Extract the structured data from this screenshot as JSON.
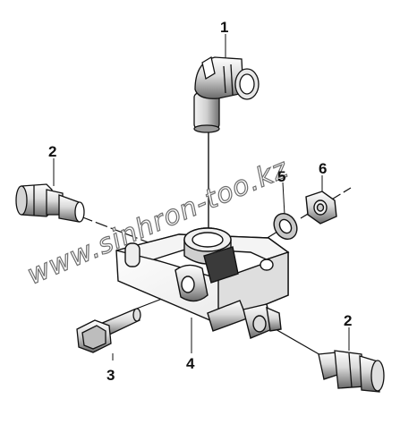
{
  "diagram": {
    "callouts": [
      {
        "label": "1"
      },
      {
        "label": "2"
      },
      {
        "label": "5"
      },
      {
        "label": "6"
      },
      {
        "label": "3"
      },
      {
        "label": "4"
      },
      {
        "label": "2"
      }
    ],
    "watermark": "www.sinhron-too.kz"
  }
}
